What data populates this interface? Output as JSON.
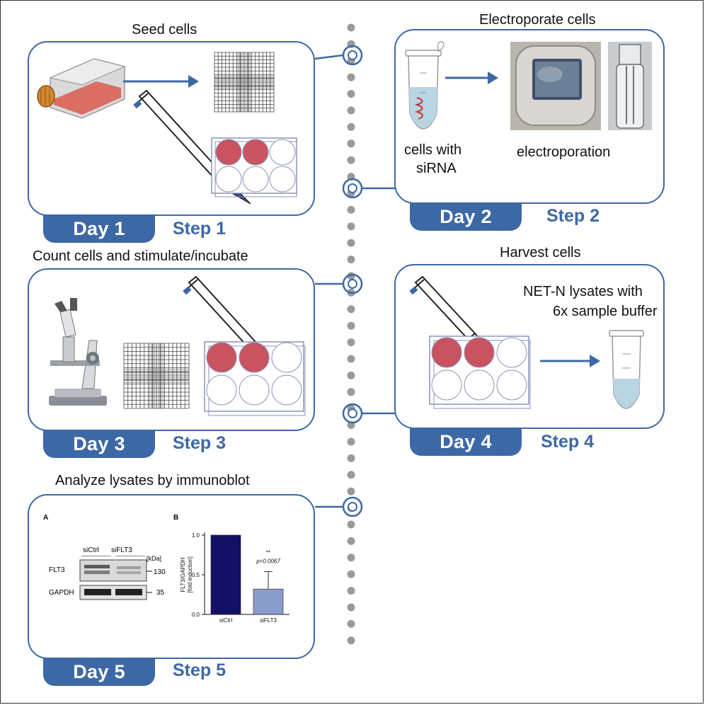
{
  "stages": [
    {
      "title": "Seed cells",
      "day": "Day 1",
      "step": "Step 1"
    },
    {
      "title": "Electroporate cells",
      "day": "Day 2",
      "step": "Step 2",
      "caption_left_1": "cells with",
      "caption_left_2": "siRNA",
      "caption_right": "electroporation"
    },
    {
      "title": "Count cells and stimulate/incubate",
      "day": "Day 3",
      "step": "Step 3"
    },
    {
      "title": "Harvest cells",
      "day": "Day 4",
      "step": "Step 4",
      "note_1": "NET-N lysates with",
      "note_2": "6x sample buffer"
    },
    {
      "title": "Analyze lysates by immunoblot",
      "day": "Day 5",
      "step": "Step 5"
    }
  ],
  "blot": {
    "panel_label": "A",
    "lane_labels": [
      "siCtrl",
      "siFLT3"
    ],
    "kda_label": "[kDa]",
    "rows": [
      {
        "protein": "FLT3",
        "kda": "130"
      },
      {
        "protein": "GAPDH",
        "kda": "35"
      }
    ]
  },
  "chart_data": {
    "type": "bar",
    "panel_label": "B",
    "categories": [
      "siCtrl",
      "siFLT3"
    ],
    "values": [
      1.0,
      0.32
    ],
    "errors": [
      0,
      0.22
    ],
    "ylabel_line1": "FLT3/GAPDH",
    "ylabel_line2": "[fold induction]",
    "ylim": [
      0,
      1.0
    ],
    "yticks": [
      "0.0",
      "0.5",
      "1.0"
    ],
    "colors": [
      "#131066",
      "#8a9cc9"
    ],
    "significance": "**",
    "pvalue": "p=0.0067"
  },
  "colors": {
    "accent": "#3d68a6",
    "dots": "#9a9a9a",
    "well": "#c9545f"
  }
}
